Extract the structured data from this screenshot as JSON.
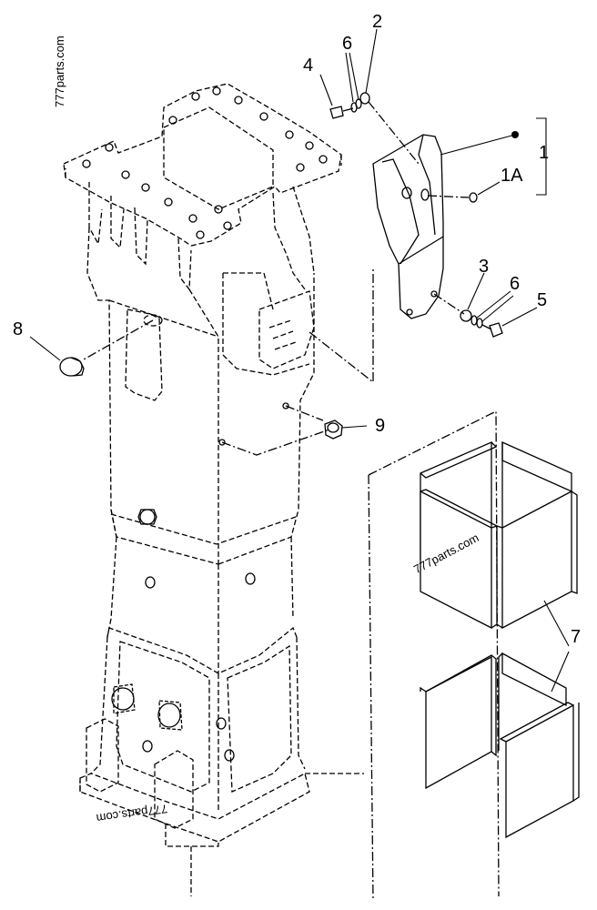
{
  "watermark": "777parts.com",
  "callouts": {
    "c1": "1",
    "c1a": "1A",
    "c2": "2",
    "c3": "3",
    "c4": "4",
    "c5": "5",
    "c6_top": "6",
    "c6_bottom": "6",
    "c7": "7",
    "c8": "8",
    "c9": "9"
  },
  "colors": {
    "line": "#000000",
    "background": "#ffffff",
    "pad_fill": "#d9d9d9"
  }
}
